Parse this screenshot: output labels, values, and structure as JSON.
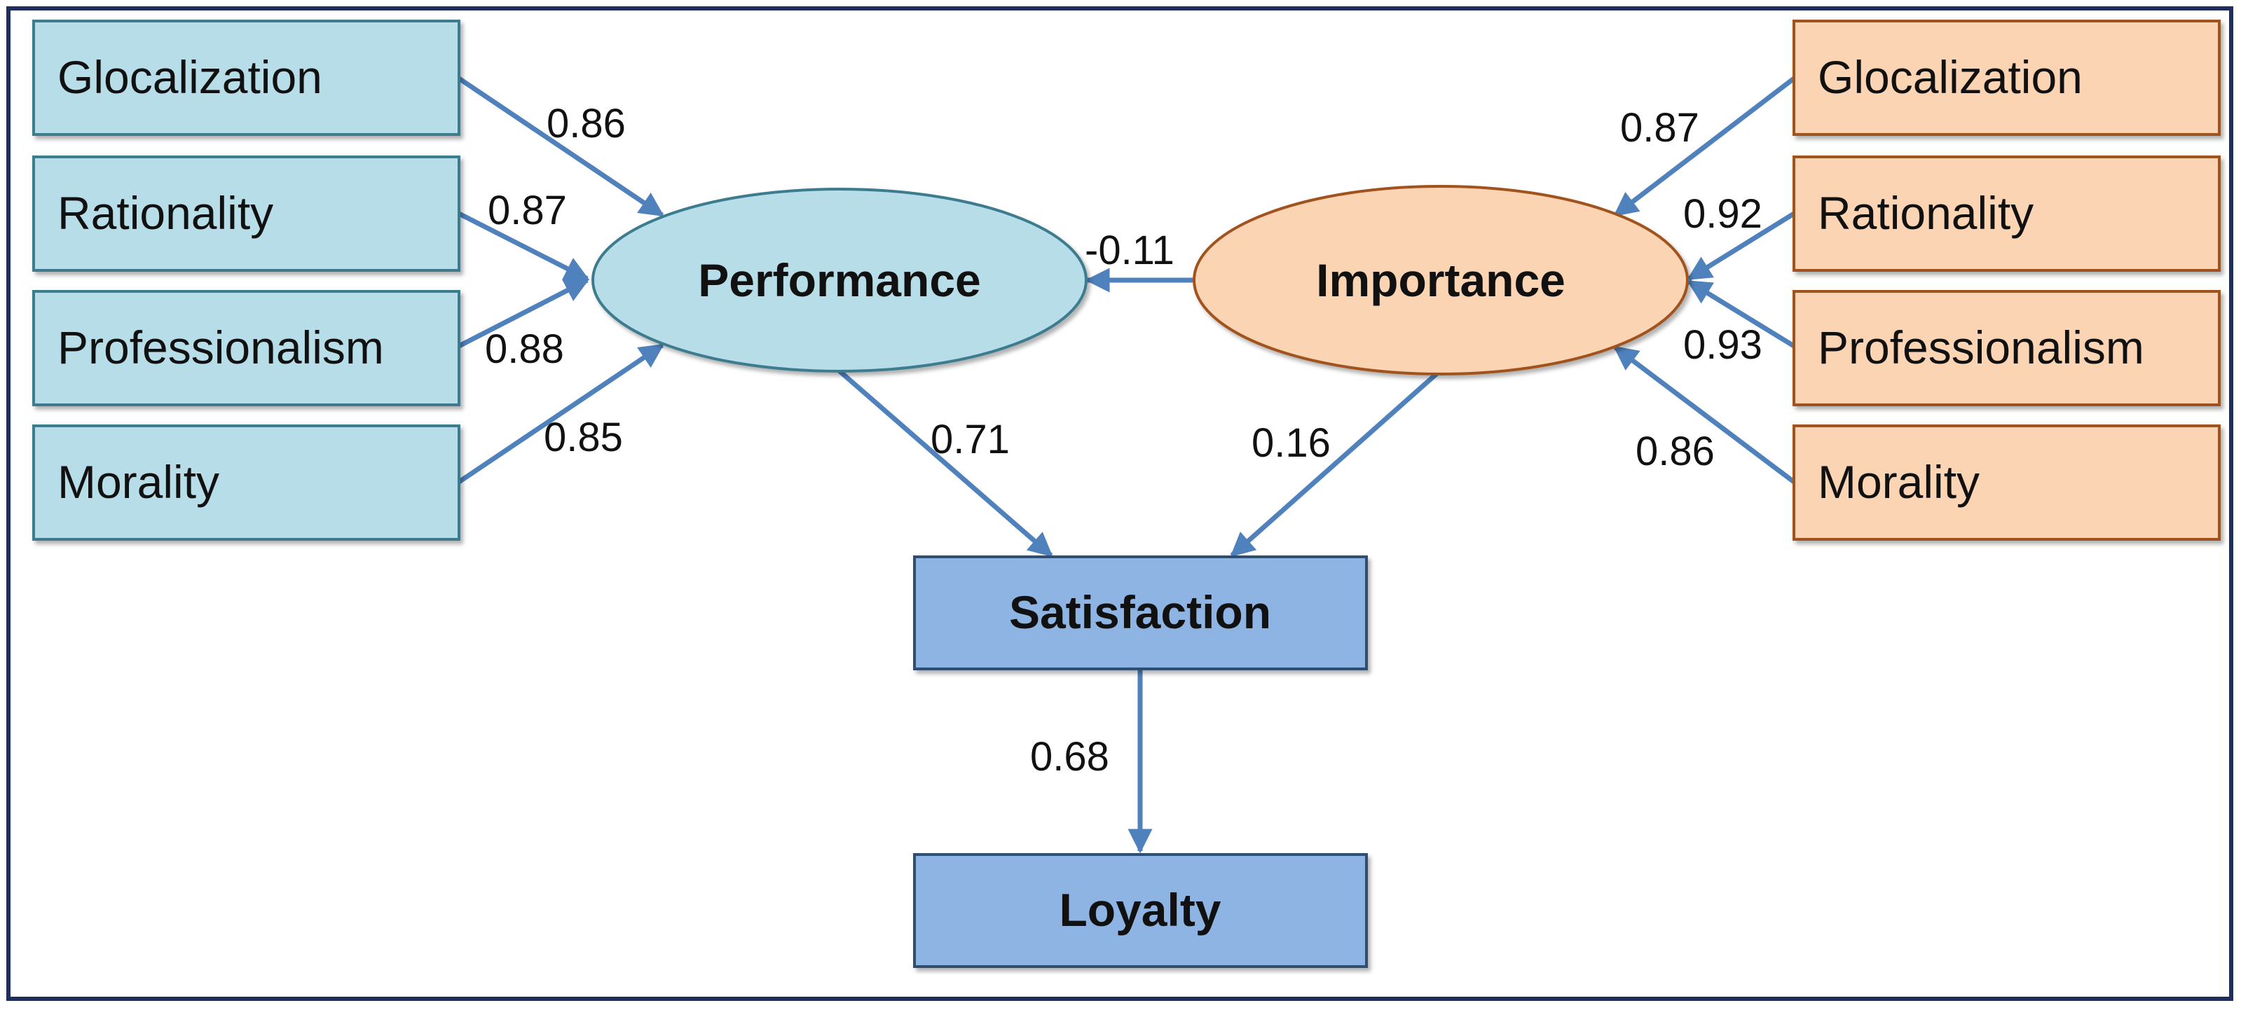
{
  "colors": {
    "frame": "#1f2e5a",
    "performance_fill": "#b7dde8",
    "performance_stroke": "#3e7b8f",
    "importance_fill": "#fbd4b4",
    "importance_stroke": "#a0521f",
    "outcome_fill": "#8eb4e3",
    "outcome_stroke": "#2d4f73",
    "arrow": "#4f81bd"
  },
  "performance": {
    "label": "Performance",
    "indicators": [
      {
        "label": "Glocalization",
        "loading": "0.86"
      },
      {
        "label": "Rationality",
        "loading": "0.87"
      },
      {
        "label": "Professionalism",
        "loading": "0.88"
      },
      {
        "label": "Morality",
        "loading": "0.85"
      }
    ]
  },
  "importance": {
    "label": "Importance",
    "indicators": [
      {
        "label": "Glocalization",
        "loading": "0.87"
      },
      {
        "label": "Rationality",
        "loading": "0.92"
      },
      {
        "label": "Professionalism",
        "loading": "0.93"
      },
      {
        "label": "Morality",
        "loading": "0.86"
      }
    ]
  },
  "outcomes": {
    "satisfaction": "Satisfaction",
    "loyalty": "Loyalty"
  },
  "paths": {
    "importance_to_performance": "-0.11",
    "performance_to_satisfaction": "0.71",
    "importance_to_satisfaction": "0.16",
    "satisfaction_to_loyalty": "0.68"
  }
}
